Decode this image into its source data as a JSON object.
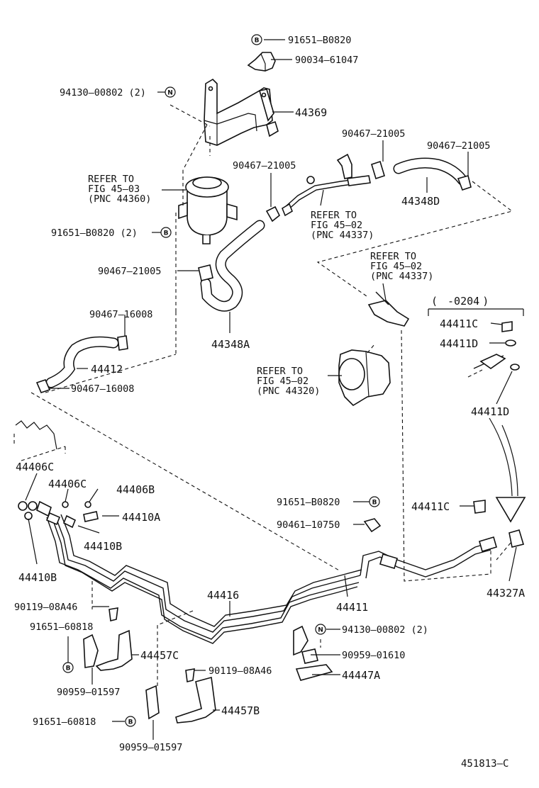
{
  "labels": {
    "p9165b_top": "91651–B0820",
    "p90034": "90034–61047",
    "p94130_top": "94130–00802 (2)",
    "p44369": "44369",
    "p90467_a": "90467–21005",
    "p90467_b": "90467–21005",
    "p90467_c": "90467–21005",
    "p90467_d": "90467–21005",
    "p44348d": "44348D",
    "refer1_l1": "REFER TO",
    "refer1_l2": "FIG 45–03",
    "refer1_l3": "(PNC 44360)",
    "p9165b_2": "91651–B0820 (2)",
    "refer2_l1": "REFER TO",
    "refer2_l2": "FIG 45–02",
    "refer2_l3": "(PNC 44337)",
    "refer3_l1": "REFER TO",
    "refer3_l2": "FIG 45–02",
    "refer3_l3": "(PNC 44337)",
    "p44348a": "44348A",
    "p90467_16008_a": "90467–16008",
    "p44412": "44412",
    "p90467_16008_b": "90467–16008",
    "refer4_l1": "REFER TO",
    "refer4_l2": "FIG 45–02",
    "refer4_l3": "(PNC 44320)",
    "range": "-0204",
    "p44411c_a": "44411C",
    "p44411d_a": "44411D",
    "p44411d_b": "44411D",
    "p44406c_a": "44406C",
    "p44406c_b": "44406C",
    "p44406b": "44406B",
    "p44410a": "44410A",
    "p44410b_a": "44410B",
    "p44410b_b": "44410B",
    "p9165b_mid": "91651–B0820",
    "p90461": "90461–10750",
    "p44411c_b": "44411C",
    "p44327a": "44327A",
    "p44416": "44416",
    "p44411": "44411",
    "p90119_a": "90119–08A46",
    "p91651_60818_a": "91651–60818",
    "p44457c": "44457C",
    "p94130_bot": "94130–00802 (2)",
    "p90959_01610": "90959–01610",
    "p90959_01597_a": "90959–01597",
    "p90119_b": "90119–08A46",
    "p44447a": "44447A",
    "p91651_60818_b": "91651–60818",
    "p44457b": "44457B",
    "p90959_01597_b": "90959–01597",
    "diagram_code": "451813–C"
  },
  "badges": {
    "b": "B",
    "n": "N"
  }
}
